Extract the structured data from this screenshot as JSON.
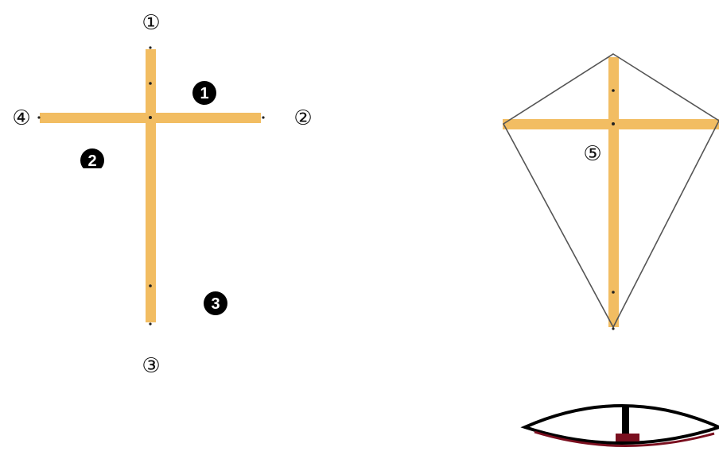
{
  "colors": {
    "stick": "#f2bd62",
    "outline": "#555555",
    "badge": "#000000",
    "bow_frame": "#000000",
    "bow_accent": "#7a0f1f"
  },
  "cross_labels": {
    "top": "①",
    "right": "②",
    "bottom": "③",
    "left": "④"
  },
  "badges": [
    "1",
    "2",
    "3"
  ],
  "kite_label": "⑤"
}
